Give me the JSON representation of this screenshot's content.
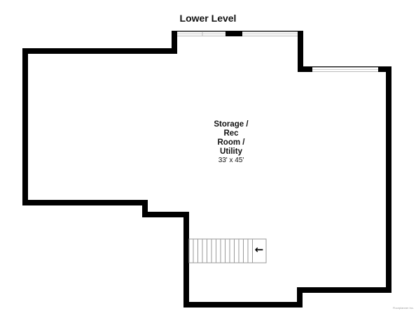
{
  "level_title": "Lower Level",
  "room": {
    "name_lines": [
      "Storage /",
      "Rec",
      "Room /",
      "Utility"
    ],
    "dimensions": "33' x 45'"
  },
  "stairs": {
    "direction": "left",
    "arrow_glyph": "←"
  },
  "credit": "Floorplanner Inc.",
  "colors": {
    "wall": "#000000",
    "window_frame": "#bbbbbb",
    "stair_line": "#999999",
    "text": "#111111"
  }
}
